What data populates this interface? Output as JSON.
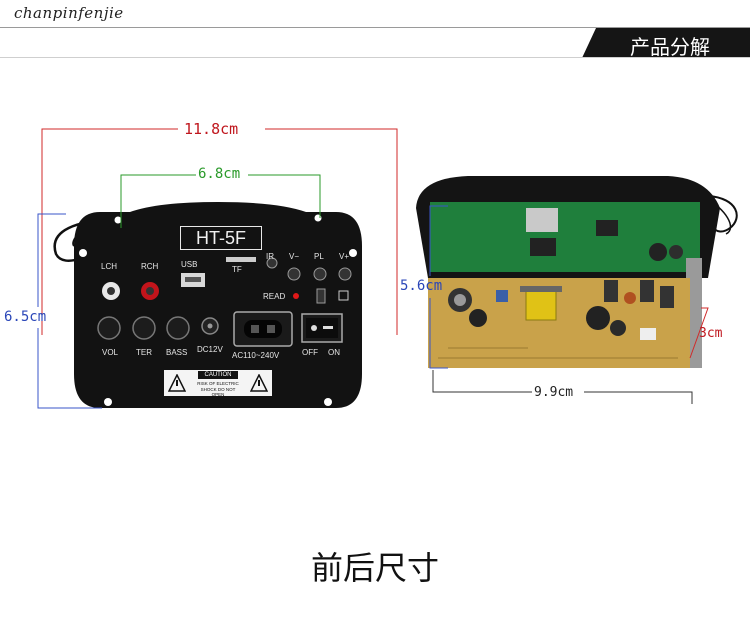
{
  "header": {
    "brand": "chanpinfenjie",
    "section_title": "产品分解"
  },
  "dimensions": {
    "overall_width": "11.8cm",
    "hole_spacing": "6.8cm",
    "panel_height": "6.5cm",
    "board_height": "5.6cm",
    "board_depth": "3cm",
    "board_width": "9.9cm"
  },
  "panel": {
    "model": "HT-5F",
    "labels": {
      "lch": "LCH",
      "rch": "RCH",
      "usb": "USB",
      "tf": "TF",
      "ir": "IR",
      "v_minus": "V−",
      "pl": "PL",
      "v_plus": "V+",
      "read": "READ",
      "vol": "VOL",
      "ter": "TER",
      "bass": "BASS",
      "dc": "DC12V",
      "ac": "AC110~240V",
      "off": "OFF",
      "on": "ON",
      "caution": "CAUTION",
      "warn1": "RISK OF ELECTRIC",
      "warn2": "SHOCK DO NOT OPEN"
    }
  },
  "caption": "前后尺寸"
}
